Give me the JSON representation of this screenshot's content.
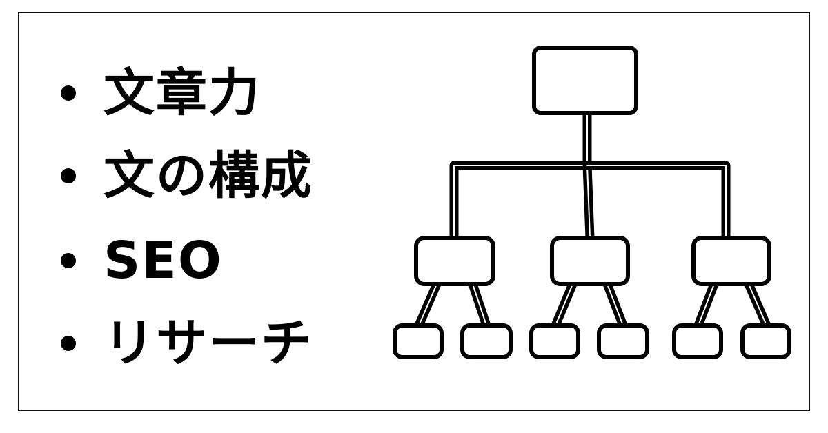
{
  "items": [
    {
      "label": "文章力"
    },
    {
      "label": "文の構成"
    },
    {
      "label": "SEO"
    },
    {
      "label": "リサーチ"
    }
  ],
  "colors": {
    "stroke": "#000000",
    "background": "#ffffff"
  }
}
